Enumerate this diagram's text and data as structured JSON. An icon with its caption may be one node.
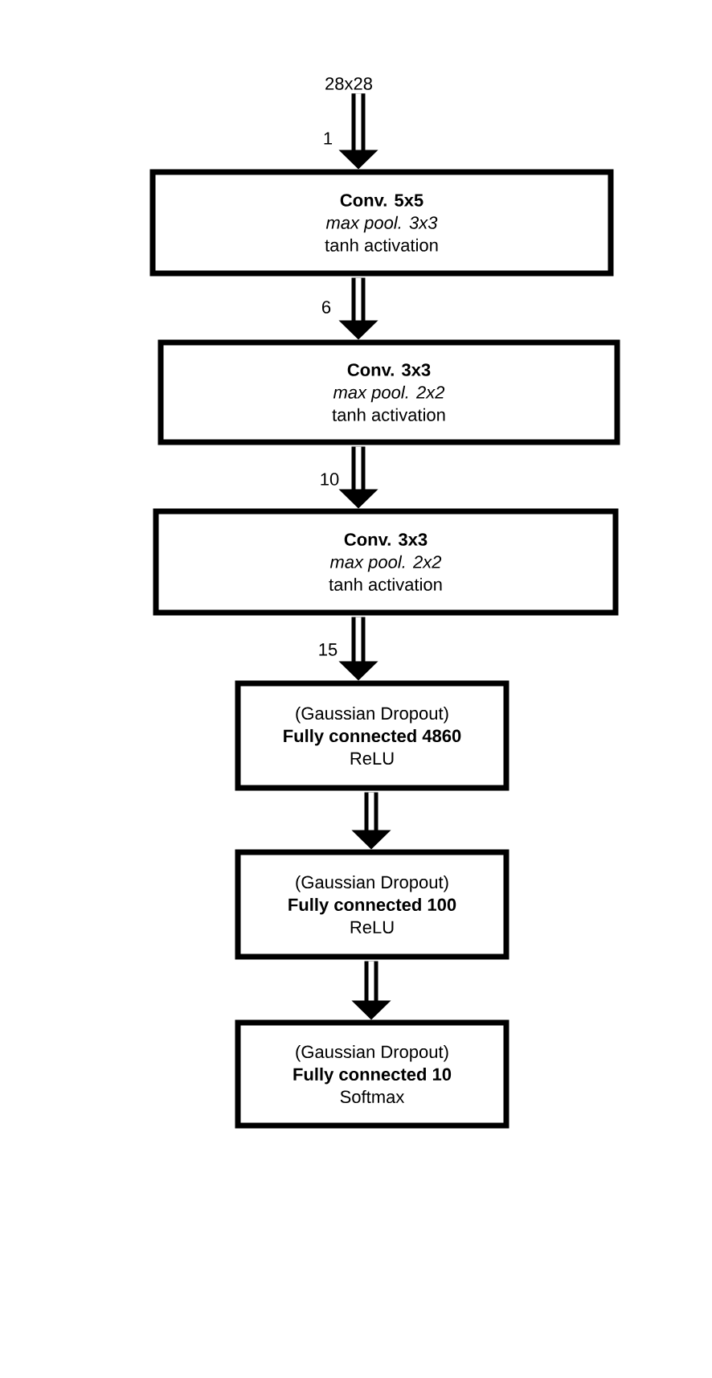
{
  "diagram": {
    "nodes": [
      {
        "text": [
          "28x28"
        ]
      },
      {
        "text": [
          "Conv. 5x5",
          "max pool. 3x3",
          "tanh activation"
        ]
      },
      {
        "text": [
          "Conv. 3x3",
          "max pool. 2x2",
          "tanh activation"
        ]
      },
      {
        "text": [
          "Conv. 3x3",
          "max pool. 2x2",
          "tanh activation"
        ]
      },
      {
        "text": [
          "(Gaussian Dropout)",
          "Fully connected 4860",
          "ReLU"
        ]
      },
      {
        "text": [
          "(Gaussian Dropout)",
          "Fully connected 100",
          "ReLU"
        ]
      },
      {
        "text": [
          "(Gaussian Dropout)",
          "Fully connected 10",
          "Softmax"
        ]
      }
    ],
    "edges": [
      {
        "from": 0,
        "to": 1,
        "arrow": "to",
        "label": "1"
      },
      {
        "from": 1,
        "to": 2,
        "arrow": "to",
        "label": "6"
      },
      {
        "from": 2,
        "to": 3,
        "arrow": "to",
        "label": "10"
      },
      {
        "from": 3,
        "to": 4,
        "arrow": "to",
        "label": "15"
      },
      {
        "from": 4,
        "to": 5,
        "arrow": "to"
      },
      {
        "from": 5,
        "to": 6,
        "arrow": "to"
      }
    ]
  }
}
